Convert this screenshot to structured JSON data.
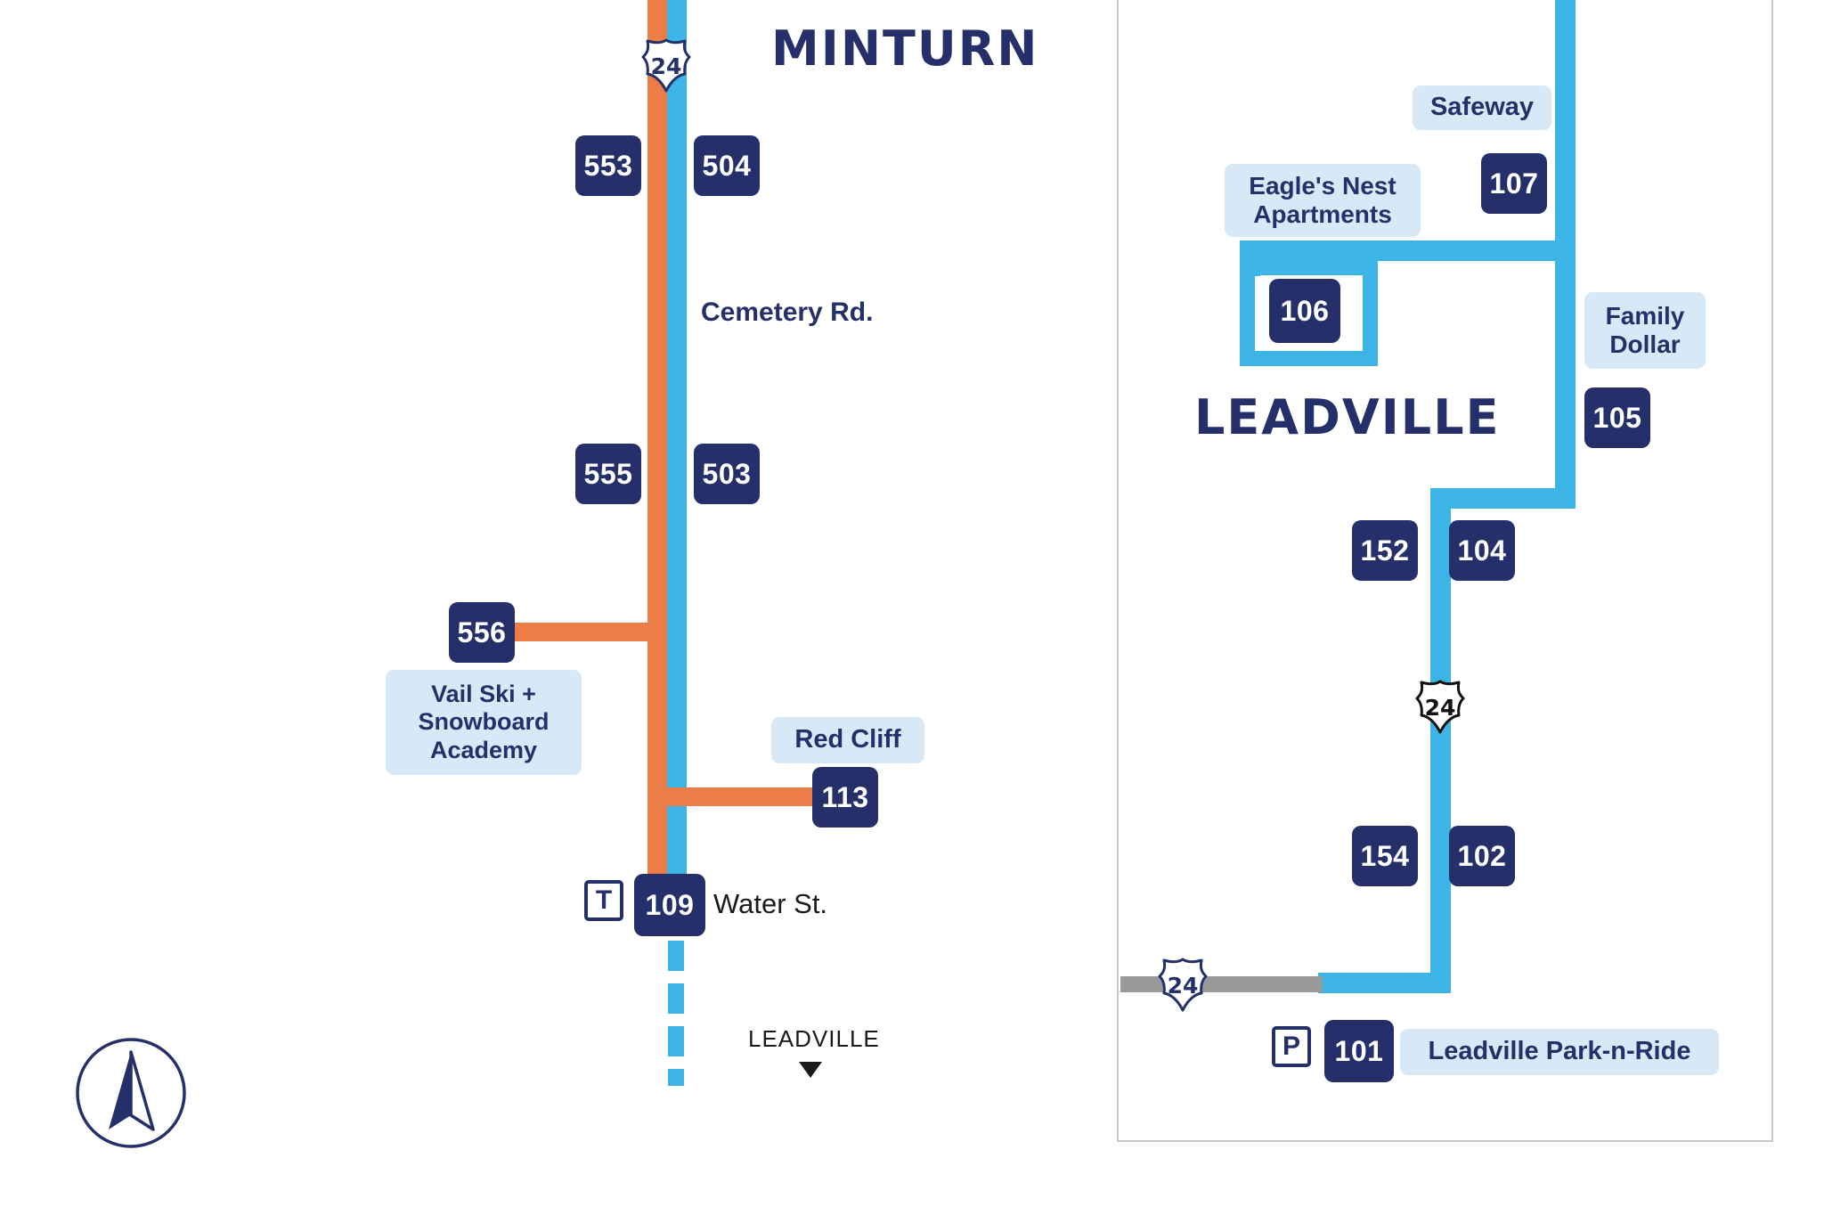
{
  "map": {
    "title_left": "MINTURN",
    "title_right": "LEADVILLE",
    "colors": {
      "route_orange": "#ED7D48",
      "route_blue": "#3CB4E5",
      "badge_navy": "#25306B",
      "pill_bg": "#D7E8F7",
      "road_gray": "#9a9a9a"
    }
  },
  "minturn": {
    "highway_shield": "24",
    "street_cemetery": "Cemetery Rd.",
    "street_water": "Water St.",
    "direction_label": "LEADVILLE",
    "stops": {
      "s553": "553",
      "s504": "504",
      "s555": "555",
      "s503": "503",
      "s556": "556",
      "s113": "113",
      "s109": "109"
    },
    "places": {
      "vail_academy": "Vail Ski +\nSnowboard\nAcademy",
      "vail_academy_line1": "Vail Ski +",
      "vail_academy_line2": "Snowboard",
      "vail_academy_line3": "Academy",
      "red_cliff": "Red Cliff"
    },
    "icons": {
      "transit_center": "T",
      "compass": "north-arrow"
    }
  },
  "leadville": {
    "highway_shield_mid": "24",
    "highway_shield_bottom": "24",
    "stops": {
      "s107": "107",
      "s106": "106",
      "s105": "105",
      "s152": "152",
      "s104": "104",
      "s154": "154",
      "s102": "102",
      "s101": "101"
    },
    "places": {
      "safeway": "Safeway",
      "eagles_nest_line1": "Eagle's Nest",
      "eagles_nest_line2": "Apartments",
      "family_dollar_line1": "Family",
      "family_dollar_line2": "Dollar",
      "park_n_ride": "Leadville Park-n-Ride"
    },
    "icons": {
      "parking": "P"
    }
  }
}
